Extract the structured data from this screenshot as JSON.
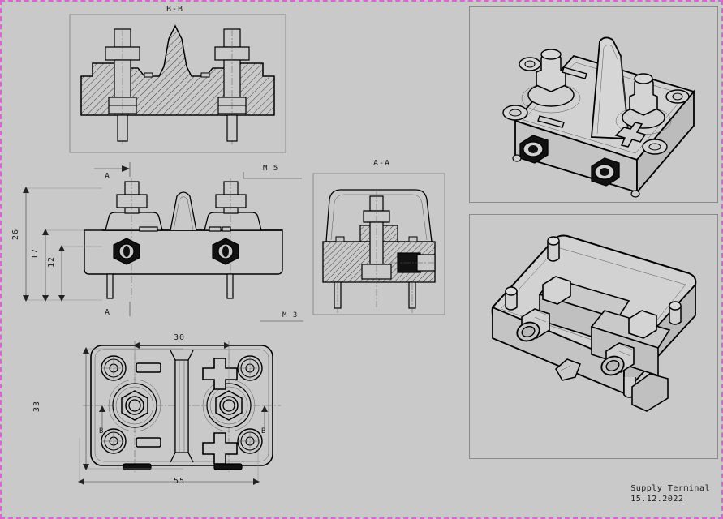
{
  "drawing": {
    "title": "Supply Terminal",
    "date": "15.12.2022",
    "background_color": "#c9c9c9",
    "line_color": "#000000",
    "selection_border_color": "#e060d8",
    "viewport_border_color": "#8a8a8a"
  },
  "views": {
    "section_bb": {
      "label": "B-B",
      "type": "section-view"
    },
    "section_aa": {
      "label": "A-A",
      "type": "section-view"
    },
    "front": {
      "label": "",
      "type": "front-elevation"
    },
    "top": {
      "label": "",
      "type": "top-plan"
    },
    "iso_top": {
      "label": "",
      "type": "isometric-top"
    },
    "iso_bottom": {
      "label": "",
      "type": "isometric-bottom"
    }
  },
  "dimensions": {
    "height_overall": "26",
    "height_mid": "17",
    "height_body": "12",
    "width_inner": "30",
    "height_plan": "33",
    "width_overall": "55"
  },
  "callouts": {
    "thread_major": "M 5",
    "thread_minor": "M 3"
  },
  "section_marks": {
    "a_top": "A",
    "a_bottom": "A",
    "b_left": "B",
    "b_right": "B"
  },
  "polarity": {
    "negative": "minus-marking",
    "positive": "plus-marking"
  },
  "icons": {
    "section_arrow": "section-arrow-icon",
    "dim_arrow": "dimension-arrow-icon"
  }
}
